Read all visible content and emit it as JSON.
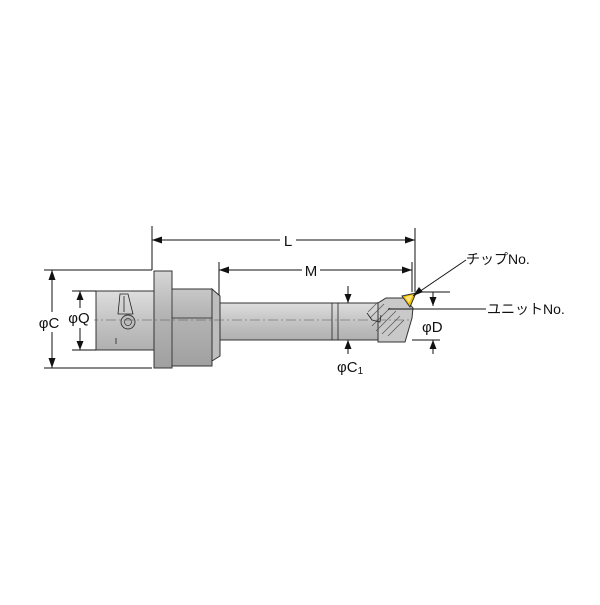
{
  "labels": {
    "L": "L",
    "M": "M",
    "phi_C": "φC",
    "phi_Q": "φQ",
    "phi_C1": "φC",
    "phi_C1_sub": "1",
    "phi_D": "φD",
    "chip_no": "チップNo.",
    "unit_no": "ユニットNo."
  },
  "colors": {
    "body_fill": "#b9b9b9",
    "body_stroke": "#333333",
    "shank_fill": "#cfcfcf",
    "insert_fill": "#f0c000",
    "dimension": "#111111"
  }
}
